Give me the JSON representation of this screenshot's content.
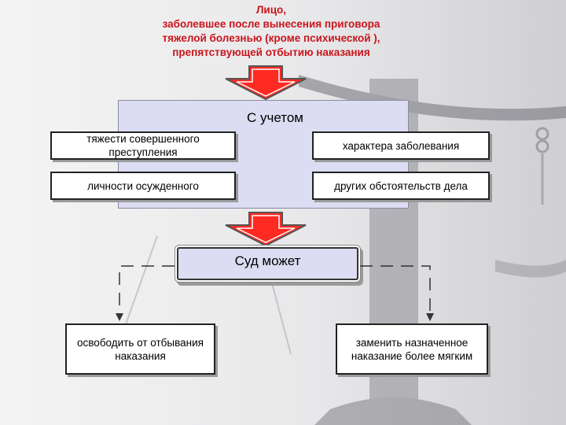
{
  "title_lines": [
    "Лицо,",
    "заболевшее после вынесения приговора",
    "тяжелой болезнью (кроме психической ),",
    "препятствующей отбытию наказания"
  ],
  "considering": {
    "label": "С учетом",
    "factors": [
      "тяжести совершенного преступления",
      "характера заболевания",
      "личности осужденного",
      "других обстоятельств дела"
    ]
  },
  "court": {
    "label": "Суд может",
    "options": [
      "освободить от отбывания наказания",
      "заменить назначенное наказание более мягким"
    ]
  },
  "colors": {
    "title": "#c8151b",
    "arrow_fill": "#ff2a22",
    "box_fill": "#dcdcf2"
  }
}
